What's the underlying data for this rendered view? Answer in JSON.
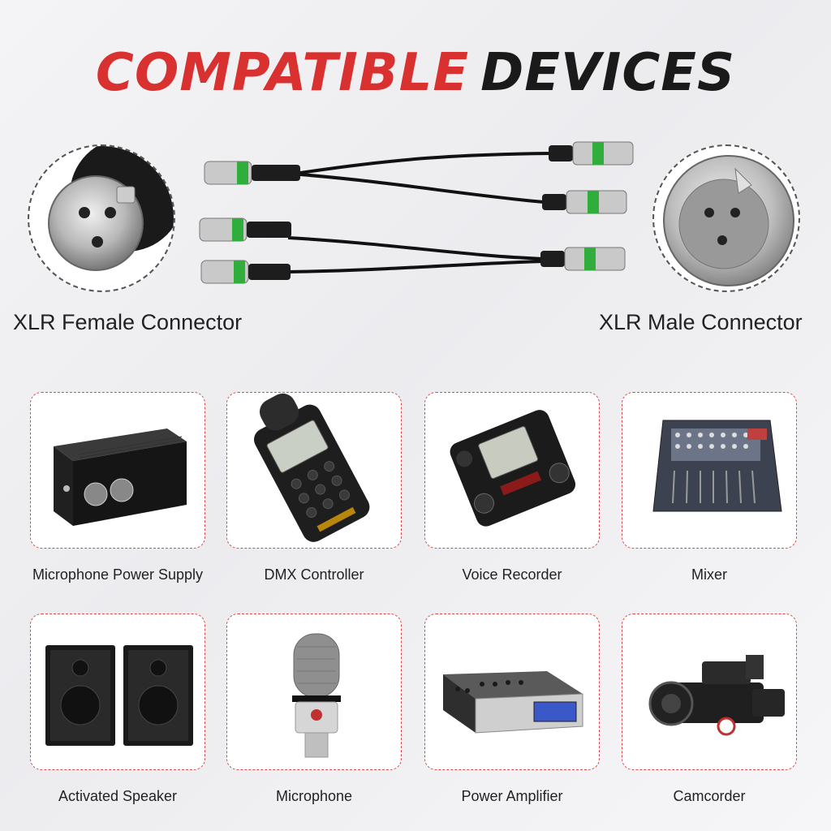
{
  "title": {
    "part1": "COMPATIBLE",
    "part2": "DEVICES"
  },
  "connectors": {
    "female_label": "XLR Female Connector",
    "male_label": "XLR Male Connector"
  },
  "devices": [
    {
      "label": "Microphone Power Supply",
      "icon": "power-supply-icon"
    },
    {
      "label": "DMX Controller",
      "icon": "dmx-controller-icon"
    },
    {
      "label": "Voice Recorder",
      "icon": "voice-recorder-icon"
    },
    {
      "label": "Mixer",
      "icon": "mixer-icon"
    },
    {
      "label": "Activated Speaker",
      "icon": "speaker-icon"
    },
    {
      "label": "Microphone",
      "icon": "microphone-icon"
    },
    {
      "label": "Power Amplifier",
      "icon": "power-amplifier-icon"
    },
    {
      "label": "Camcorder",
      "icon": "camcorder-icon"
    }
  ],
  "colors": {
    "accent": "#d93030",
    "connector_band": "#2fae3c"
  }
}
